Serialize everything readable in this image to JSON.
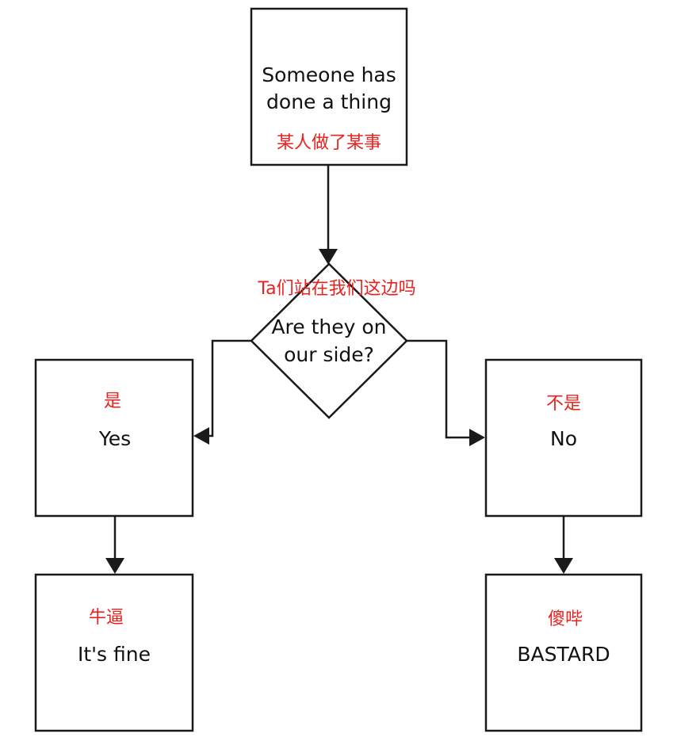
{
  "colors": {
    "annotation": "#e8231f",
    "stroke": "#1a1a1a",
    "text": "#111111"
  },
  "nodes": {
    "start": {
      "line1": "Someone has",
      "line2": "done a thing",
      "cn": "某人做了某事"
    },
    "decision": {
      "line1": "Are they on",
      "line2": "our side?",
      "cn": "Ta们站在我们这边吗"
    },
    "yes": {
      "text": "Yes",
      "cn": "是"
    },
    "no": {
      "text": "No",
      "cn": "不是"
    },
    "fine": {
      "text": "It's fine",
      "cn": "牛逼"
    },
    "bastard": {
      "text": "BASTARD",
      "cn": "傻哔"
    }
  }
}
